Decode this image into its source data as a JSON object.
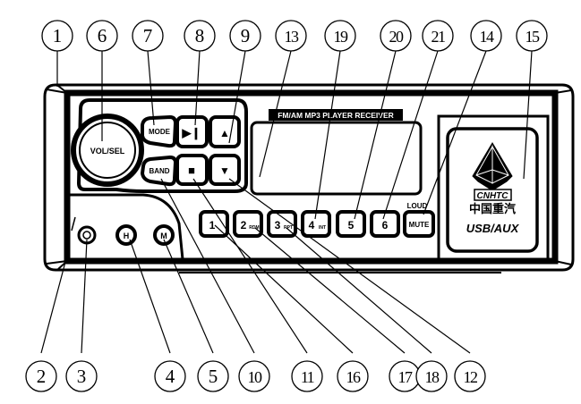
{
  "diagram": {
    "title_strip": "FM/AM MP3 PLAYER RECEIVER",
    "knob": {
      "label": "VOL/SEL"
    },
    "buttons": {
      "mode": "MODE",
      "band": "BAND",
      "play_pause": "▶❙",
      "stop": "■",
      "up": "▲",
      "down": "▼",
      "preset_1": "1",
      "preset_2": "2",
      "preset_2_sub": "RDM",
      "preset_3": "3",
      "preset_3_sub": "RPT",
      "preset_4": "4",
      "preset_4_sub": "INT",
      "preset_5": "5",
      "preset_6": "6",
      "mute": "MUTE",
      "loud": "LOUD"
    },
    "small_buttons": {
      "h": "H",
      "m": "M"
    },
    "logo": {
      "brand_en": "CNHTC",
      "brand_cn": "中国重汽",
      "port_label": "USB/AUX"
    },
    "callouts_top": [
      "1",
      "6",
      "7",
      "8",
      "9",
      "13",
      "19",
      "20",
      "21",
      "14",
      "15"
    ],
    "callouts_bottom": [
      "2",
      "3",
      "4",
      "5",
      "10",
      "11",
      "16",
      "17",
      "18",
      "12"
    ]
  }
}
